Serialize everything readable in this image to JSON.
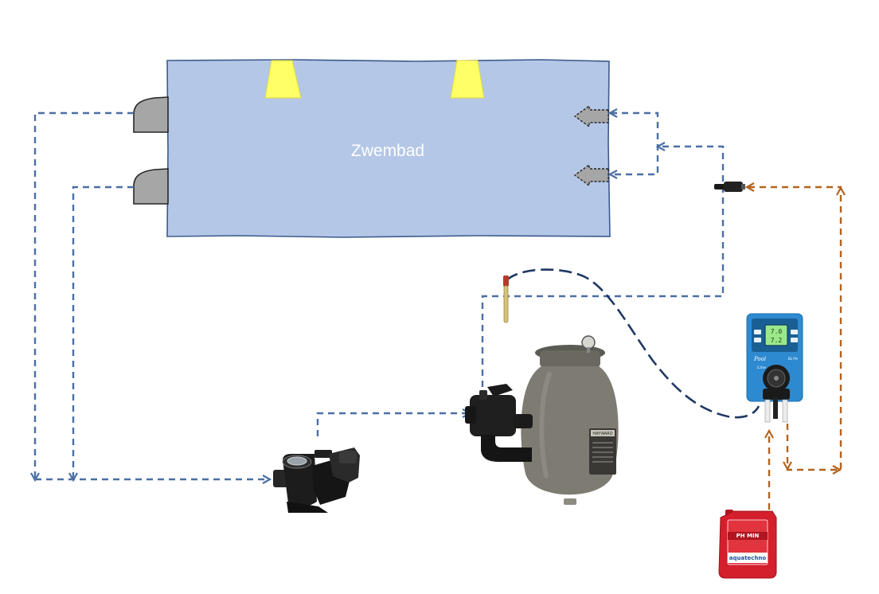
{
  "pool": {
    "label": "Zwembad"
  },
  "dosing_pump": {
    "display_line1": "7.0",
    "display_line2": "7.2",
    "brand": "Pool",
    "brand_sub": "Line",
    "model": "BL PH"
  },
  "canister": {
    "product": "PH MIN",
    "brand": "aquatechno"
  },
  "filter": {
    "brand": "HAYWARD"
  },
  "colors": {
    "pool_fill": "#b4c7e7",
    "pool_border": "#3c5a8c",
    "water_line": "#4a6fa5",
    "dosing_line": "#b3631f",
    "light": "#ffff66",
    "canister": "#d41f2c",
    "dosing_pump": "#2e8ad0"
  }
}
